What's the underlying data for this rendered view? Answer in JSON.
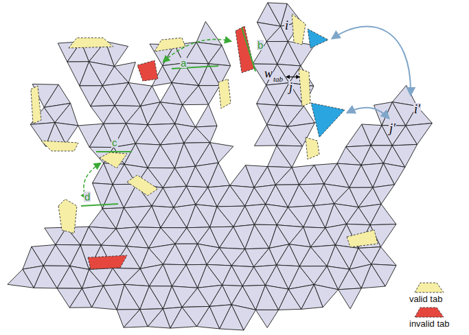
{
  "diagram": {
    "labels": [
      "i",
      "a",
      "b",
      "w",
      "tab",
      "j",
      "c",
      "d",
      "i'",
      "j'"
    ],
    "legend": [
      {
        "text": "valid tab",
        "color": "#f6eea4"
      },
      {
        "text": "invalid tab",
        "color": "#e5473e"
      }
    ]
  }
}
